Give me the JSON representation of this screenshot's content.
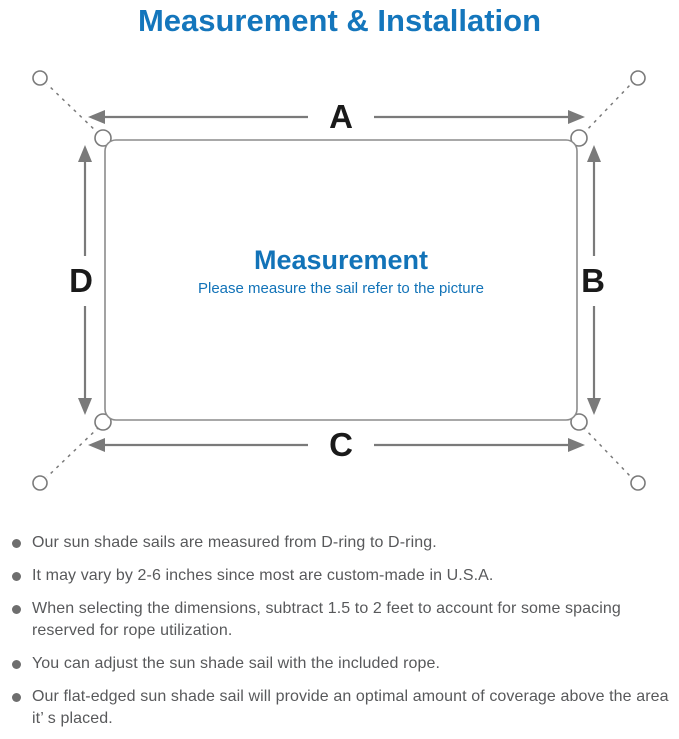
{
  "title": "Measurement & Installation",
  "diagram": {
    "labels": {
      "top": "A",
      "right": "B",
      "bottom": "C",
      "left": "D"
    },
    "center_title": "Measurement",
    "center_subtitle": "Please measure the sail refer to the picture",
    "colors": {
      "accent_blue": "#1476bc",
      "line_gray": "#7a7a7a",
      "label_black": "#1a1a1a"
    }
  },
  "notes": {
    "items": [
      "Our sun shade sails are measured from D-ring to D-ring.",
      "It may vary by 2-6 inches since most are custom-made in U.S.A.",
      "When selecting the dimensions, subtract 1.5 to 2 feet to account for some spacing reserved for rope utilization.",
      "You can adjust the sun shade sail with the included rope.",
      "Our flat-edged sun shade sail will provide an optimal amount of coverage above the area it’ s placed."
    ]
  }
}
